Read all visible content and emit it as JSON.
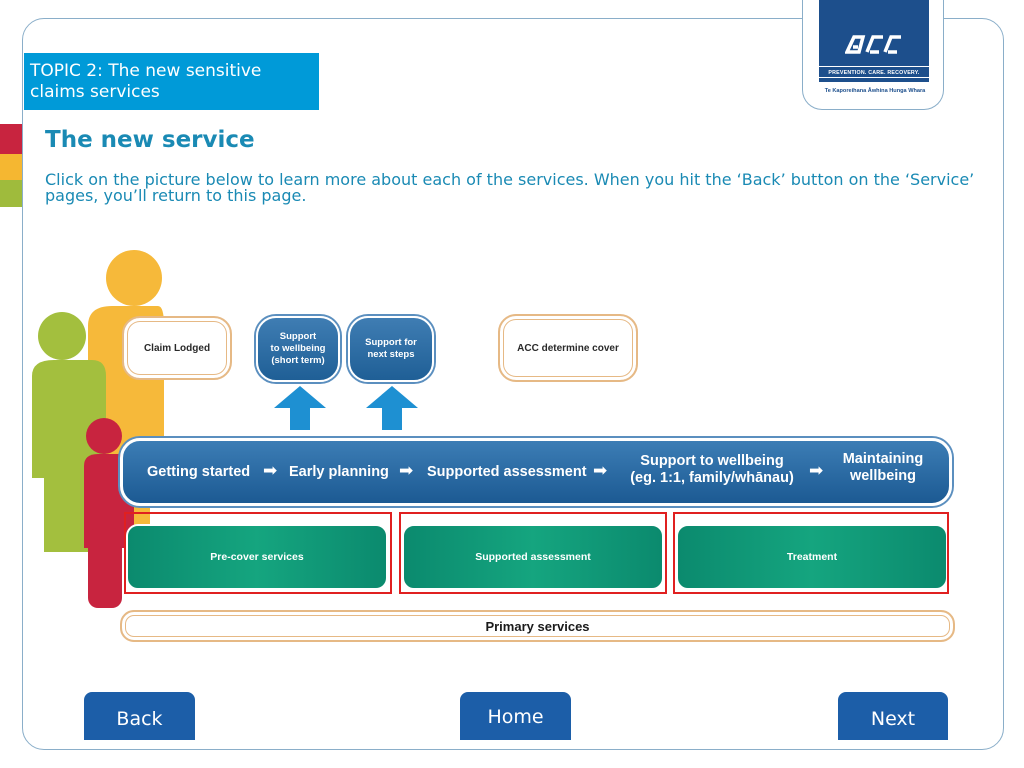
{
  "topic": {
    "label": "TOPIC 2: The new sensitive claims services"
  },
  "logo": {
    "tagline": "PREVENTION. CARE. RECOVERY.",
    "maori_name": "Te Kaporeihana Āwhina Hunga Whara"
  },
  "main": {
    "heading": "The new service",
    "instructions": "Click on the picture below to learn more about each of the services. When you hit the ‘Back’ button on the ‘Service’ pages, you’ll return to this page."
  },
  "diagram": {
    "top_boxes": {
      "claim_lodged": "Claim Lodged",
      "support_short_term": [
        "Support",
        "to wellbeing",
        "(short term)"
      ],
      "support_next_steps": [
        "Support for",
        "next steps"
      ],
      "acc_determine": "ACC determine cover"
    },
    "steps": {
      "getting_started": "Getting started",
      "early_planning": "Early planning",
      "supported_assessment": "Supported assessment",
      "support_to_wellbeing": [
        "Support to wellbeing",
        "(eg. 1:1, family/whānau)"
      ],
      "maintaining_wellbeing": [
        "Maintaining",
        "wellbeing"
      ]
    },
    "services": {
      "pre_cover": "Pre-cover services",
      "supported_assessment": "Supported assessment",
      "treatment": "Treatment"
    },
    "primary": "Primary services"
  },
  "nav": {
    "back": "Back",
    "home": "Home",
    "next": "Next"
  },
  "colors": {
    "accent_blue": "#009ad8",
    "nav_blue": "#1c5ea8",
    "service_green": "#0b8a6e",
    "highlight_red": "#e02020"
  }
}
